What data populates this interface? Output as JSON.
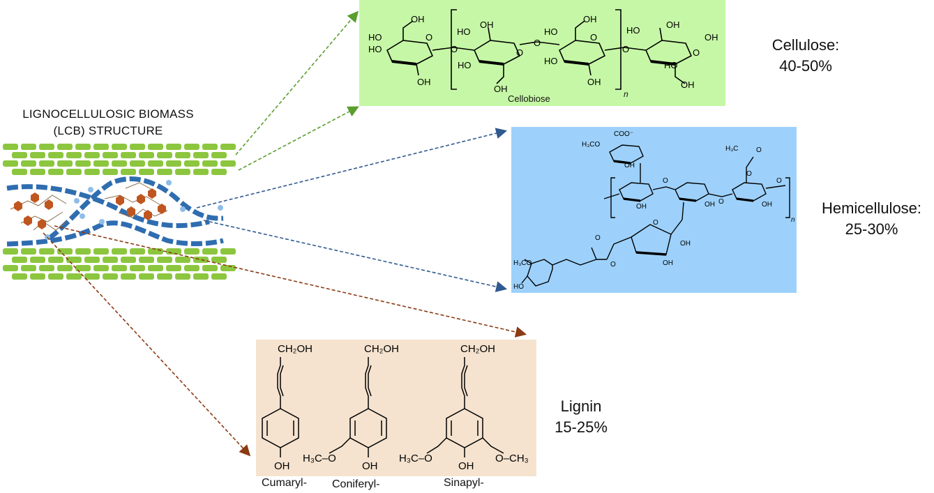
{
  "biomass": {
    "title_line1": "LIGNOCELLULOSIC BIOMASS",
    "title_line2": "(LCB) STRUCTURE"
  },
  "cellulose": {
    "label": "Cellulose:",
    "percent": "40-50%",
    "unit_label": "Cellobiose",
    "repeat": "n",
    "panel_color": "#c6f7a6"
  },
  "hemicellulose": {
    "label": "Hemicellulose:",
    "percent": "25-30%",
    "repeat": "n",
    "panel_color": "#9dd1fb"
  },
  "lignin": {
    "label": "Lignin",
    "percent": "15-25%",
    "panel_color": "#f5e3cf",
    "monomers": [
      "Cumaryl-",
      "Coniferyl-",
      "Sinapyl-"
    ]
  },
  "chem_labels": {
    "oh": "OH",
    "ho": "HO",
    "o": "O",
    "ch2oh": "CH2OH",
    "h2co": "H2CO",
    "h3co": "H3C",
    "meo": "H3CO",
    "coo": "COO⁻",
    "h3c": "H3C"
  },
  "colors": {
    "cellulose_arrow": "#5a9e2d",
    "hemi_arrow": "#2e5a8f",
    "lignin_arrow": "#8b3a12",
    "fiber_green": "#8cc63f",
    "hemi_blue": "#2f6db0",
    "lignin_orange": "#c0561f"
  }
}
